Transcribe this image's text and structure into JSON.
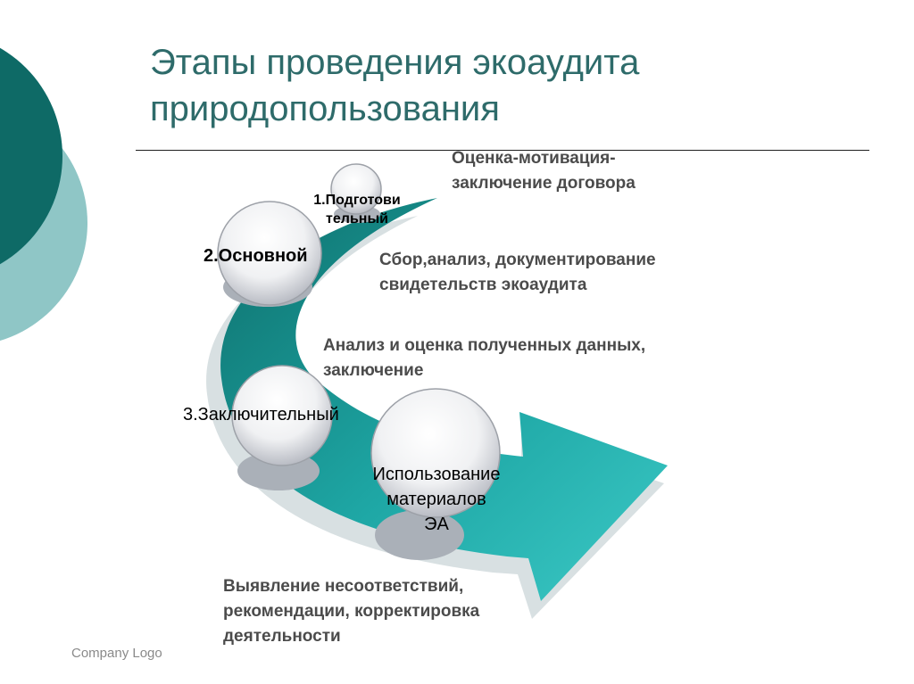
{
  "slide": {
    "title_line1": "Этапы проведения экоаудита",
    "title_line2": "природопользования"
  },
  "stages": [
    {
      "label_line1": "1.Подготови",
      "label_line2": "тельный"
    },
    {
      "label": "2.Основной"
    },
    {
      "label": "3.Заключительный"
    },
    {
      "label_line1": "Использование",
      "label_line2": "материалов",
      "label_line3": "ЭА"
    }
  ],
  "descriptions": [
    {
      "line1": "Оценка-мотивация-",
      "line2": "заключение договора"
    },
    {
      "line1": "Сбор,анализ, документирование",
      "line2": "свидетельств экоаудита"
    },
    {
      "line1": "Анализ и оценка полученных данных,",
      "line2": "заключение"
    },
    {
      "line1": "Выявление несоответствий,",
      "line2": "рекомендации, корректировка",
      "line3": "деятельности"
    }
  ],
  "footer": {
    "logo_text": "Company Logo"
  },
  "colors": {
    "accent_dark": "#0e6a66",
    "accent_light": "#8fc6c6",
    "arrow": "#27b3b3",
    "title": "#2e6b6a"
  }
}
